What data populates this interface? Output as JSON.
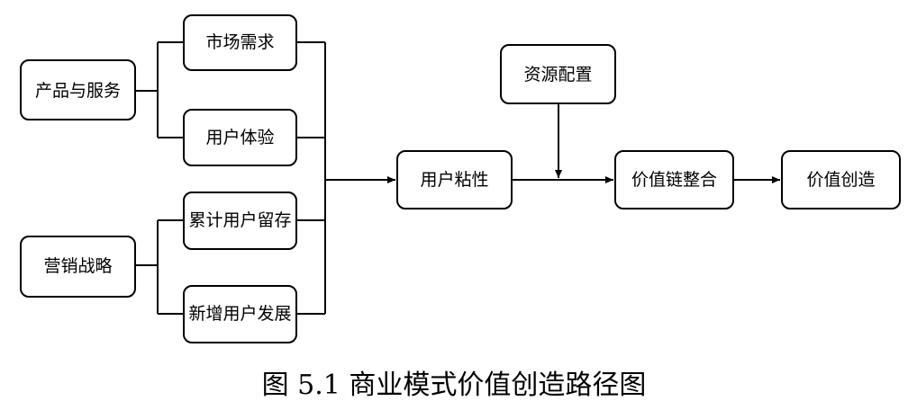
{
  "diagram": {
    "nodes": {
      "product_service": "产品与服务",
      "marketing_strategy": "营销战略",
      "market_demand": "市场需求",
      "user_experience": "用户体验",
      "cumulative_retention": "累计用户留存",
      "new_user_growth": "新增用户发展",
      "user_stickiness": "用户粘性",
      "resource_allocation": "资源配置",
      "value_chain_integration": "价值链整合",
      "value_creation": "价值创造"
    },
    "caption": "图 5.1 商业模式价值创造路径图"
  }
}
